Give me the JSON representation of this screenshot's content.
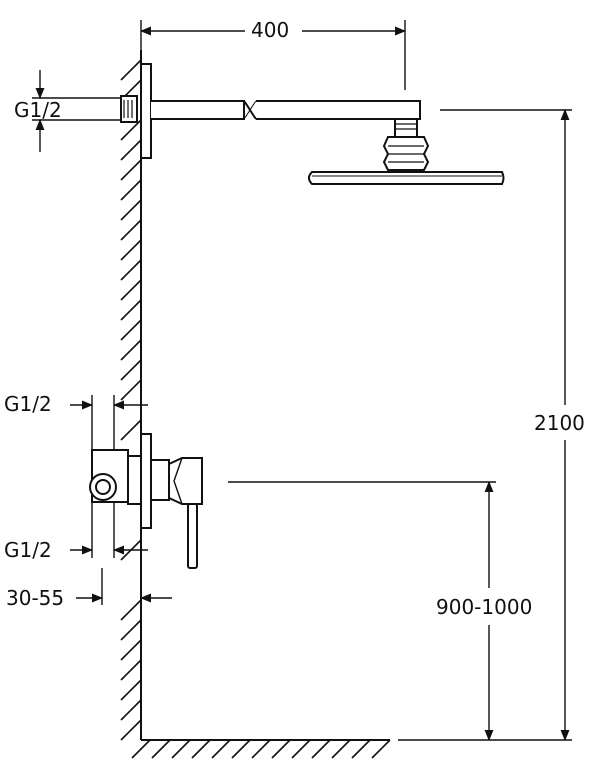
{
  "dimensions": {
    "arm_length": "400",
    "total_height": "2100",
    "mixer_height": "900-1000",
    "wall_depth": "30-55",
    "thread_top": "G1/2",
    "thread_mixer_top": "G1/2",
    "thread_mixer_bottom": "G1/2"
  },
  "colors": {
    "line": "#111111",
    "background": "#ffffff"
  }
}
